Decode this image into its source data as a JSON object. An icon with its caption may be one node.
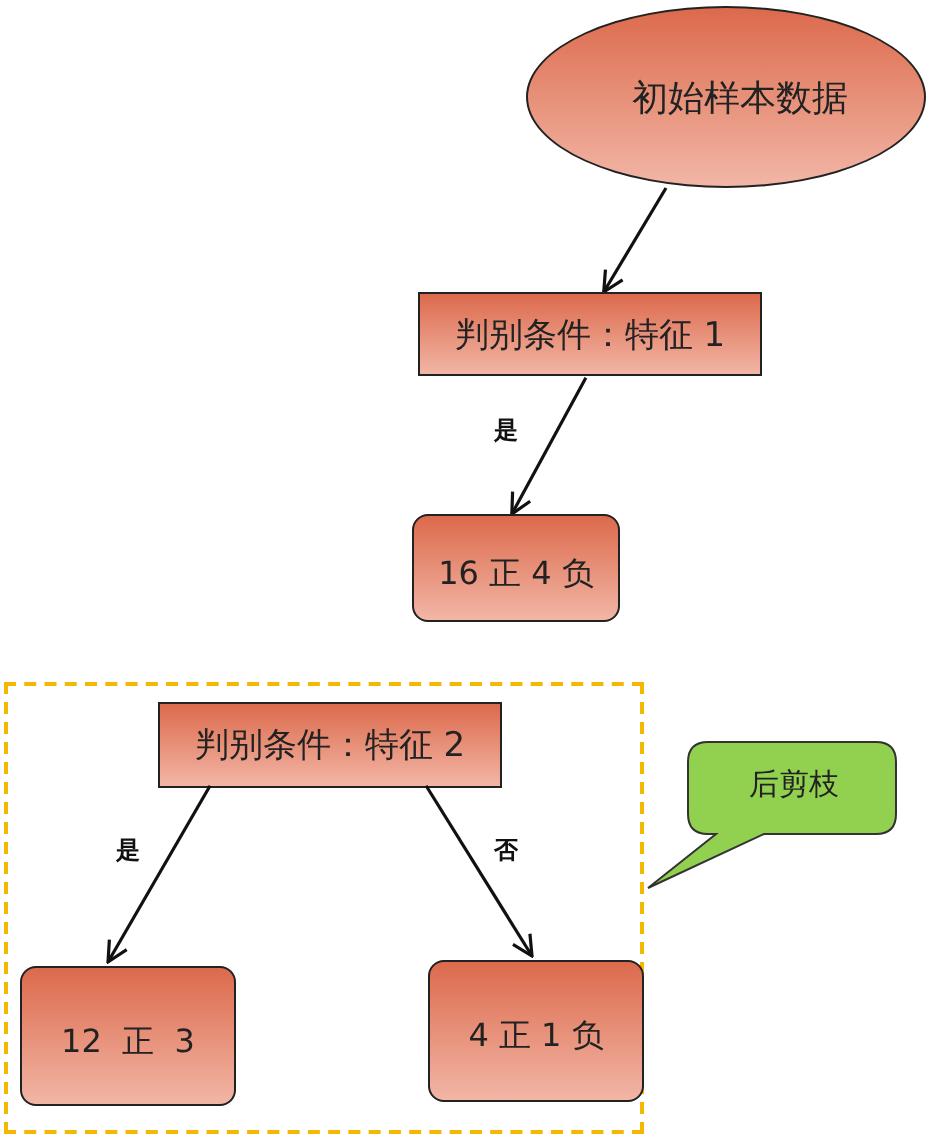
{
  "diagram": {
    "nodes": [
      {
        "text": [
          "初始样本数据"
        ]
      },
      {
        "text": [
          "判别条件：特征 1"
        ]
      },
      {
        "text": [
          "16 正 4 负"
        ]
      },
      {
        "text": [],
        "shape": "box"
      },
      {
        "text": [
          "判别条件：特征 2"
        ],
        "in": 3
      },
      {
        "text": [
          "12  正  3"
        ],
        "in": 3
      },
      {
        "text": [
          "4 正 1 负"
        ],
        "in": 3
      },
      {
        "text": [
          "后剪枝"
        ]
      }
    ],
    "edges": [
      {
        "from": 0,
        "to": 1,
        "arrow": "to"
      },
      {
        "from": 1,
        "to": 2,
        "arrow": "to",
        "label": "是"
      },
      {
        "from": 4,
        "to": 5,
        "arrow": "to",
        "label": "是"
      },
      {
        "from": 4,
        "to": 6,
        "arrow": "to",
        "label": "否"
      }
    ]
  }
}
